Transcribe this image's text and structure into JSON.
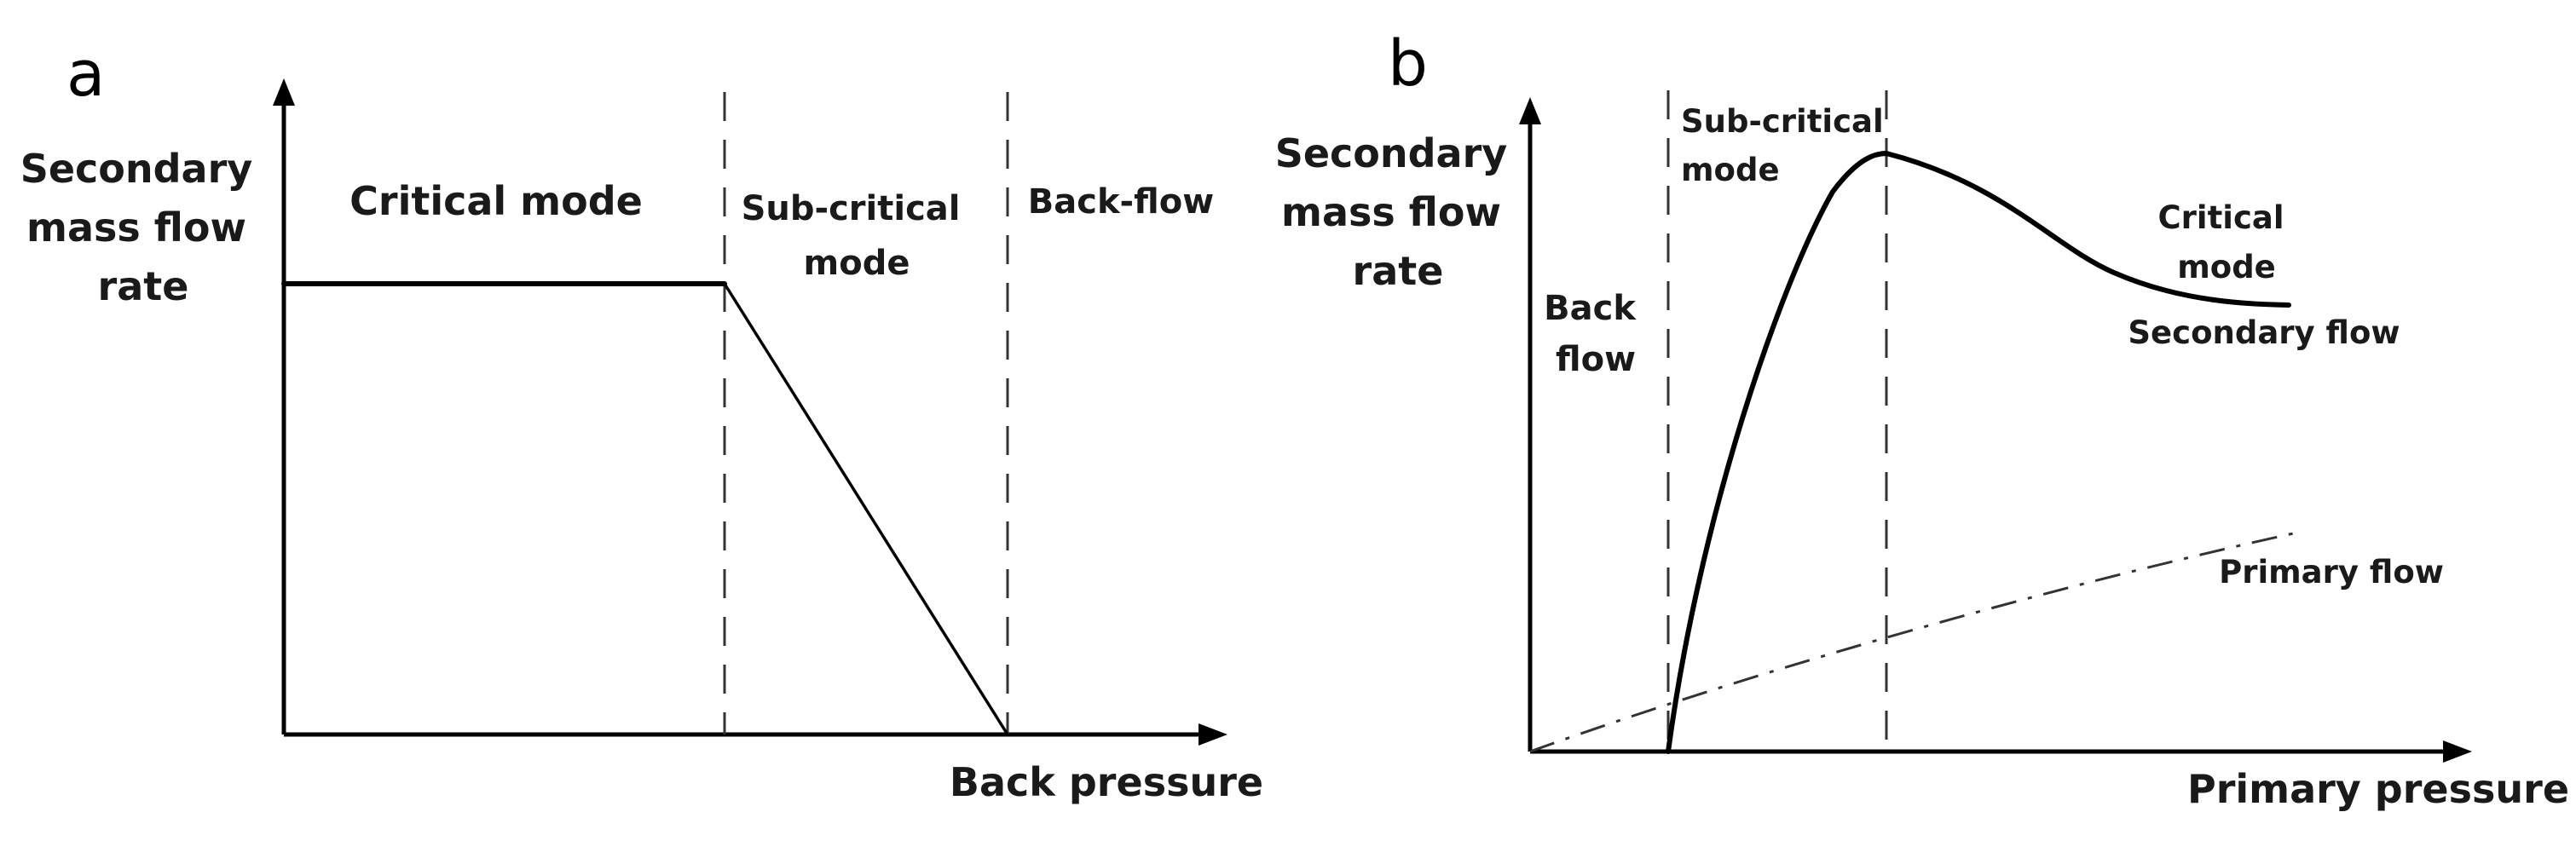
{
  "panel_a": {
    "letter": "a",
    "y_axis_label": [
      "Secondary",
      "mass flow",
      "rate"
    ],
    "x_axis_label": "Back pressure",
    "regions": {
      "critical": [
        "Critical mode"
      ],
      "subcritical": [
        "Sub-critical",
        "mode"
      ],
      "backflow": [
        "Back-flow"
      ]
    }
  },
  "panel_b": {
    "letter": "b",
    "y_axis_label": [
      "Secondary",
      "mass flow",
      "rate"
    ],
    "x_axis_label": "Primary pressure",
    "regions": {
      "backflow": [
        "Back",
        "flow"
      ],
      "subcritical": [
        "Sub-critical",
        "mode"
      ],
      "critical": [
        "Critical",
        "mode"
      ]
    },
    "curve_labels": {
      "secondary": "Secondary flow",
      "primary": "Primary flow"
    }
  },
  "colors": {
    "line": "#000000",
    "text": "#1a1a1a",
    "background": "#ffffff"
  }
}
